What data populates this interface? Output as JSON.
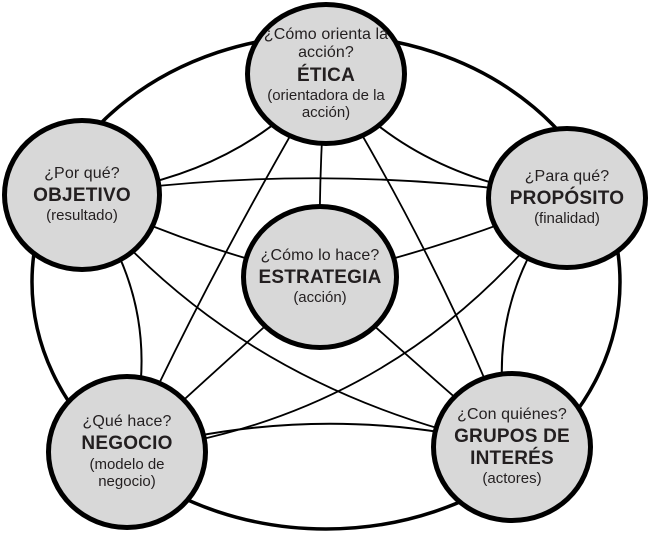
{
  "diagram": {
    "background_color": "#ffffff",
    "node_fill_color": "#d8d8d8",
    "node_border_color": "#000000",
    "text_color": "#231f20",
    "nodes": {
      "etica": {
        "question": "¿Cómo orienta la acción?",
        "title": "ÉTICA",
        "subtitle": "(orientadora de la acción)"
      },
      "objetivo": {
        "question": "¿Por qué?",
        "title": "OBJETIVO",
        "subtitle": "(resultado)"
      },
      "proposito": {
        "question": "¿Para qué?",
        "title": "PROPÓSITO",
        "subtitle": "(finalidad)"
      },
      "estrategia": {
        "question": "¿Cómo lo hace?",
        "title": "ESTRATEGIA",
        "subtitle": "(acción)"
      },
      "negocio": {
        "question": "¿Qué hace?",
        "title": "NEGOCIO",
        "subtitle": "(modelo de negocio)"
      },
      "grupos": {
        "question": "¿Con quiénes?",
        "title": "GRUPOS DE INTERÉS",
        "subtitle": "(actores)"
      }
    }
  }
}
